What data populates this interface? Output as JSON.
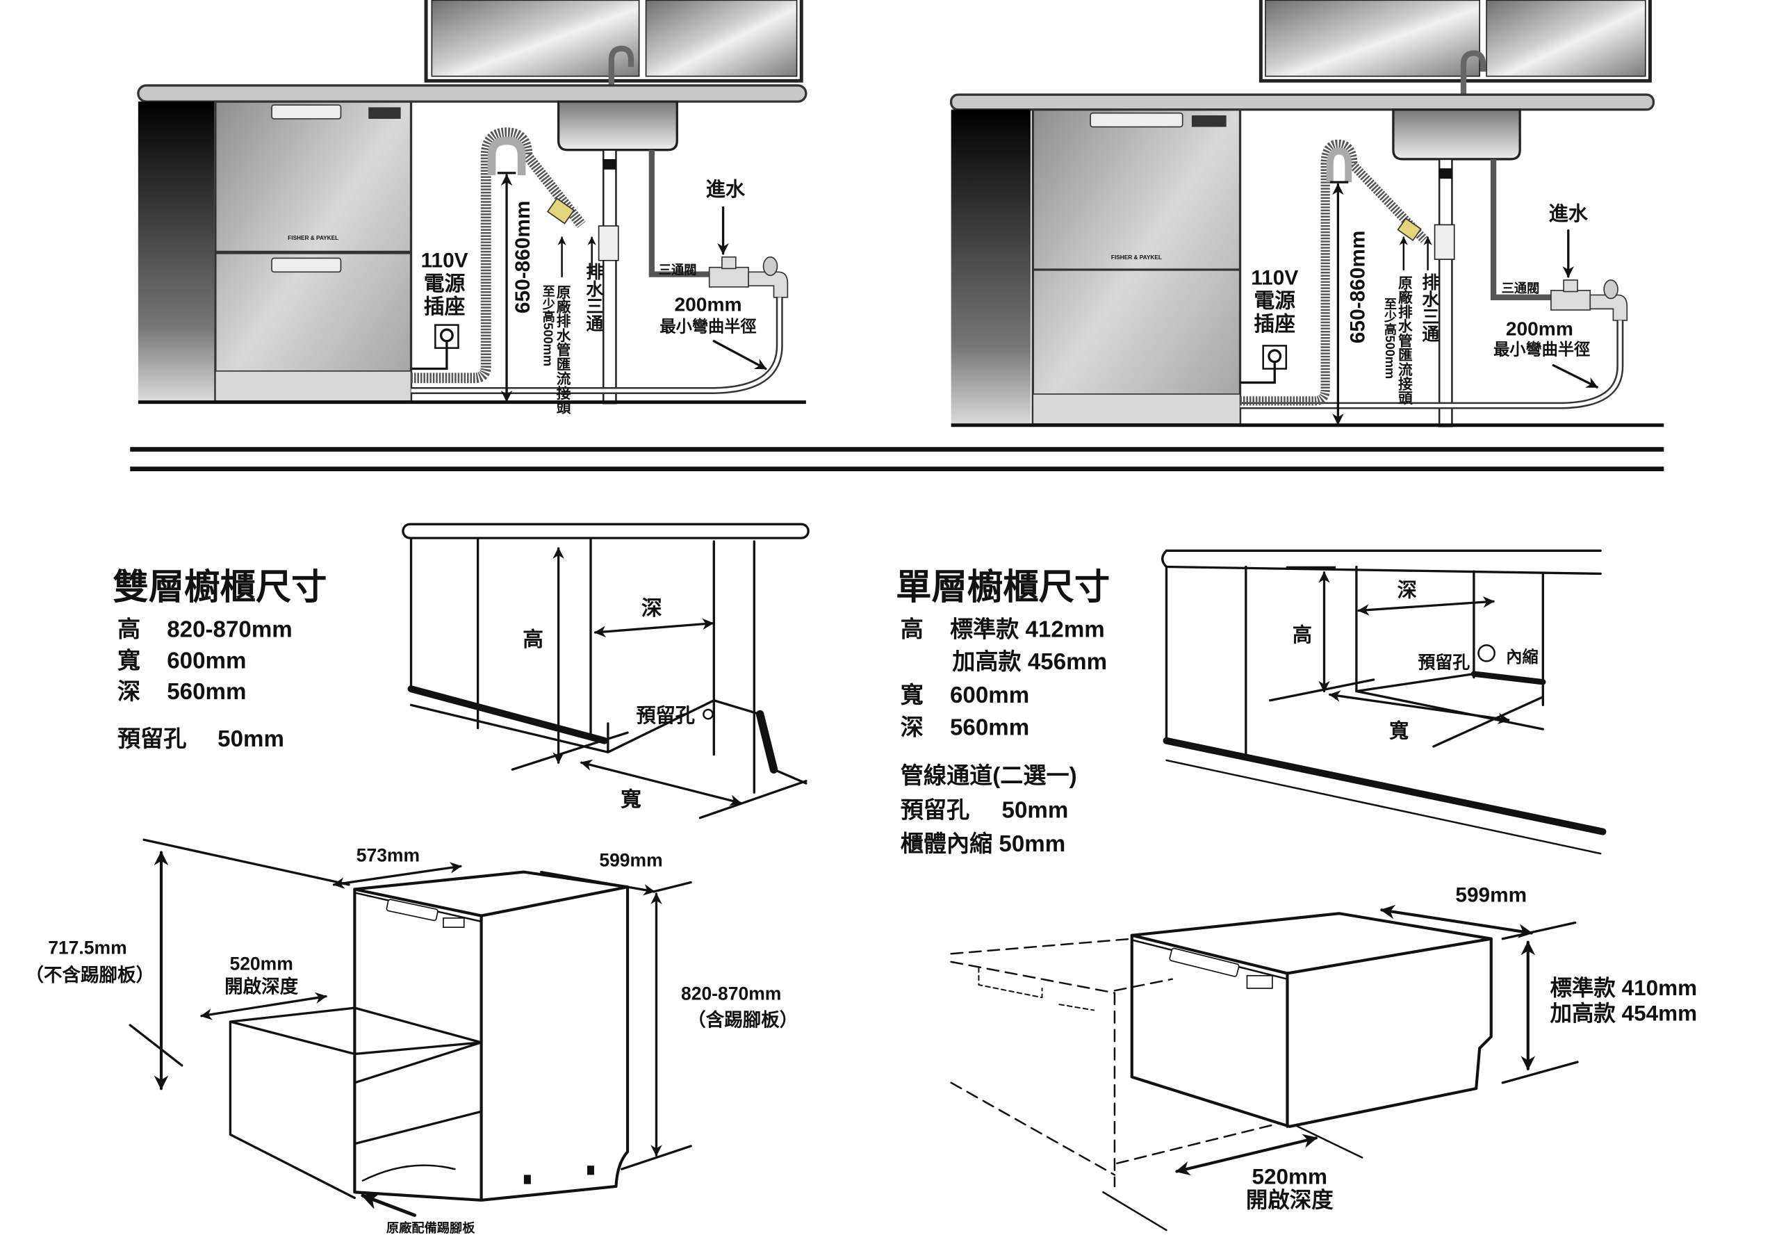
{
  "top_left": {
    "brand": "FISHER & PAYKEL",
    "voltage": "110V",
    "socket_line1": "電源",
    "socket_line2": "插座",
    "height_range": "650-860mm",
    "drain_hose_label": "原廠排水管匯流接頭",
    "drain_hose_note": "至少高500mm",
    "drain_tee": "排水三通",
    "three_way_valve": "三通閥",
    "water_inlet": "進水",
    "bend_radius_value": "200mm",
    "bend_radius_label": "最小彎曲半徑"
  },
  "top_right": {
    "brand": "FISHER & PAYKEL",
    "voltage": "110V",
    "socket_line1": "電源",
    "socket_line2": "插座",
    "height_range": "650-860mm",
    "drain_hose_label": "原廠排水管匯流接頭",
    "drain_hose_note": "至少高500mm",
    "drain_tee": "排水三通",
    "three_way_valve": "三通閥",
    "water_inlet": "進水",
    "bend_radius_value": "200mm",
    "bend_radius_label": "最小彎曲半徑"
  },
  "double_cabinet": {
    "title": "雙層櫥櫃尺寸",
    "specs": [
      {
        "label": "高",
        "value": "820-870mm"
      },
      {
        "label": "寬",
        "value": "600mm"
      },
      {
        "label": "深",
        "value": "560mm"
      }
    ],
    "hole": {
      "label": "預留孔",
      "value": "50mm"
    },
    "diagram": {
      "height": "高",
      "depth": "深",
      "width": "寬",
      "hole": "預留孔"
    }
  },
  "single_cabinet": {
    "title": "單層櫥櫃尺寸",
    "height_label": "高",
    "height_standard": "標準款 412mm",
    "height_tall": "加高款 456mm",
    "width_label": "寬",
    "width_value": "600mm",
    "depth_label": "深",
    "depth_value": "560mm",
    "channel_title": "管線通道(二選一)",
    "hole": {
      "label": "預留孔",
      "value": "50mm"
    },
    "recess": "櫃體內縮 50mm",
    "diagram": {
      "height": "高",
      "depth": "深",
      "width": "寬",
      "hole": "預留孔",
      "recess": "內縮"
    }
  },
  "double_unit": {
    "depth": "573mm",
    "width": "599mm",
    "height_no_kick": "717.5mm",
    "height_no_kick_note": "（不含踢腳板）",
    "open_depth": "520mm",
    "open_depth_label": "開啟深度",
    "height_with_kick": "820-870mm",
    "height_with_kick_note": "（含踢腳板）",
    "kickplate_label": "原廠配備踢腳板"
  },
  "single_unit": {
    "width": "599mm",
    "height_standard": "標準款 410mm",
    "height_tall": "加高款 454mm",
    "open_depth": "520mm",
    "open_depth_label": "開啟深度"
  }
}
